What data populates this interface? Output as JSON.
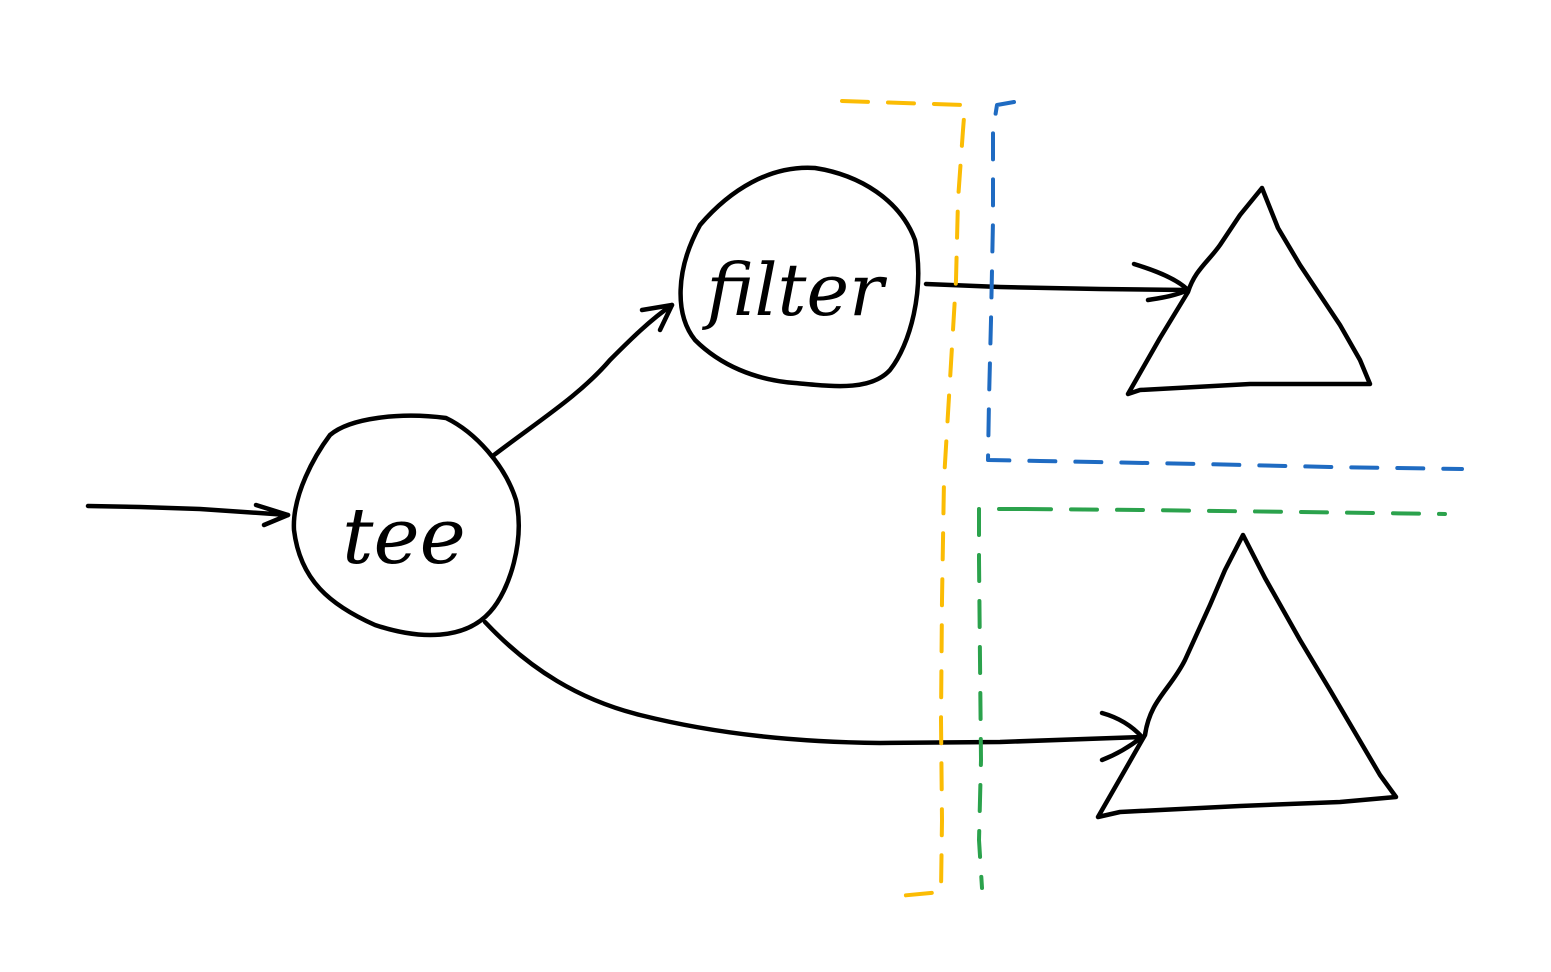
{
  "colors": {
    "ink": "#000000",
    "yellow_boundary": "#FBBC04",
    "blue_boundary": "#1F6BC2",
    "green_boundary": "#2BA24C",
    "background": "#FFFFFF"
  },
  "nodes": {
    "tee": {
      "label": "tee"
    },
    "filter": {
      "label": "filter"
    }
  },
  "sinks": [
    {
      "shape": "triangle"
    },
    {
      "shape": "triangle"
    }
  ],
  "boundaries": [
    {
      "color": "yellow",
      "style": "dashed"
    },
    {
      "color": "blue",
      "style": "dashed"
    },
    {
      "color": "green",
      "style": "dashed"
    }
  ]
}
